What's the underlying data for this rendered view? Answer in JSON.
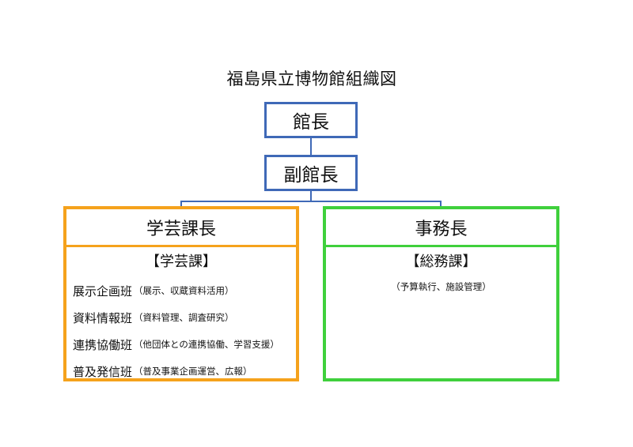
{
  "title": "福島県立博物館組織図",
  "director": "館長",
  "vice_director": "副館長",
  "curatorial": {
    "head": "学芸課長",
    "section": "【学芸課】",
    "units": [
      {
        "name": "展示企画班",
        "desc": "（展示、収蔵資料活用）"
      },
      {
        "name": "資料情報班",
        "desc": "（資料管理、調査研究）"
      },
      {
        "name": "連携協働班",
        "desc": "（他団体との連携協働、学習支援）"
      },
      {
        "name": "普及発信班",
        "desc": "（普及事業企画運営、広報）"
      }
    ]
  },
  "general_affairs": {
    "head": "事務長",
    "section": "【総務課】",
    "desc": "（予算執行、施設管理）"
  },
  "colors": {
    "line": "#3f69b7",
    "curatorial_border": "#f5a21c",
    "general_border": "#3fd03c"
  }
}
